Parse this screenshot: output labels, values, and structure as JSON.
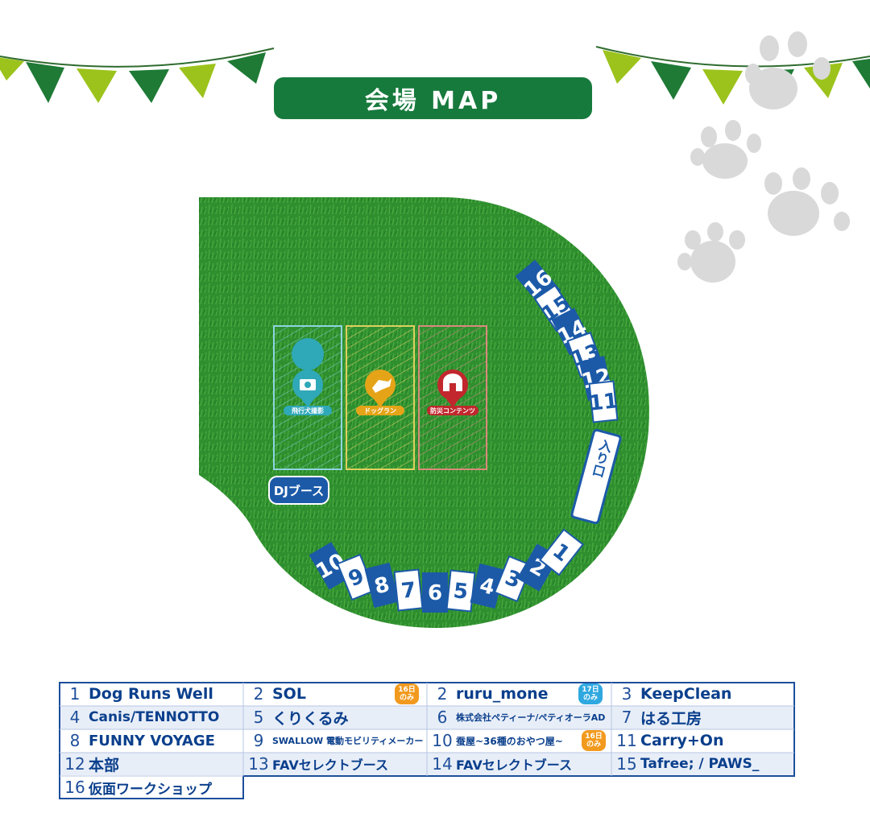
{
  "header": {
    "title": "会場 MAP"
  },
  "colors": {
    "title_bg": "#177a3d",
    "grass": "#2f8f2f",
    "booth_blue": "#1c5aa8",
    "bunting_dark": "#1e7a35",
    "bunting_light": "#9cc31c",
    "paw": "#d9d9d9",
    "zone_photo": "#2fa8b8",
    "zone_dogrun": "#e5a417",
    "zone_bousai": "#c1272d"
  },
  "map": {
    "zones": [
      {
        "label": "飛行犬撮影",
        "icon": "camera-icon"
      },
      {
        "label": "ドッグラン",
        "icon": "dog-icon"
      },
      {
        "label": "防災コンテンツ",
        "icon": "shelter-icon"
      }
    ],
    "dj_booth": "DJブース",
    "entrance": "入り口",
    "booths_bottom": [
      "10",
      "9",
      "8",
      "7",
      "6",
      "5",
      "4",
      "3",
      "2",
      "1"
    ],
    "booths_right": [
      "16",
      "15",
      "14",
      "13",
      "12",
      "11"
    ]
  },
  "legend": {
    "badge_16": "16日のみ",
    "badge_17": "17日のみ",
    "entries": [
      {
        "num": "1",
        "name": "Dog Runs Well"
      },
      {
        "num": "2",
        "name": "SOL",
        "badge": "16日のみ"
      },
      {
        "num": "2",
        "name": "ruru_mone",
        "badge": "17日のみ"
      },
      {
        "num": "3",
        "name": "KeepClean"
      },
      {
        "num": "4",
        "name": "Canis/TENNOTTO"
      },
      {
        "num": "5",
        "name": "くりくるみ"
      },
      {
        "num": "6",
        "name": "株式会社ペティーナ/ペティオーラAD"
      },
      {
        "num": "7",
        "name": "はる工房"
      },
      {
        "num": "8",
        "name": "FUNNY VOYAGE"
      },
      {
        "num": "9",
        "name": "SWALLOW 電動モビリティメーカー"
      },
      {
        "num": "10",
        "name": "蚕屋~36種のおやつ屋~",
        "badge": "16日のみ"
      },
      {
        "num": "11",
        "name": "Carry+On"
      },
      {
        "num": "12",
        "name": "本部"
      },
      {
        "num": "13",
        "name": "FAVセレクトブース"
      },
      {
        "num": "14",
        "name": "FAVセレクトブース"
      },
      {
        "num": "15",
        "name": "Tafree; / PAWS_"
      },
      {
        "num": "16",
        "name": "仮面ワークショップ"
      }
    ]
  }
}
